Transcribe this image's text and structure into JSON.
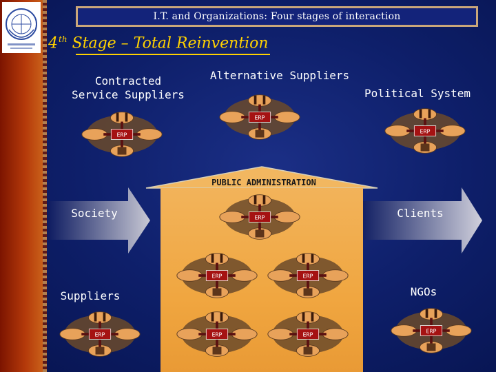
{
  "header": {
    "title": "I.T. and Organizations: Four stages of interaction"
  },
  "stage": {
    "number": "4",
    "suffix": "th",
    "title": "Stage – Total Reinvention"
  },
  "labels": {
    "contracted": "Contracted\nService Suppliers",
    "alternative": "Alternative Suppliers",
    "political": "Political System",
    "public_admin": "PUBLIC ADMINISTRATION",
    "society": "Society",
    "clients": "Clients",
    "suppliers": "Suppliers",
    "ngos": "NGOs"
  },
  "cluster": {
    "center_label": "ERP"
  },
  "colors": {
    "title_yellow": "#ffd200",
    "header_border": "#caa77a",
    "house_fill": "#f0a640",
    "erp_red": "#a51212",
    "disk_orange": "#e8a25a"
  }
}
